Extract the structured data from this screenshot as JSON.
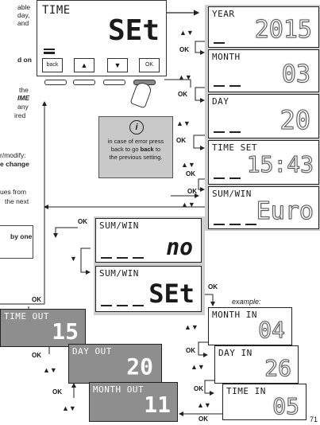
{
  "side_text": [
    "able",
    "day,",
    "and",
    "d on",
    "the",
    "IME",
    "any",
    "ired",
    "r/modify:",
    "e change",
    "ues from",
    "the next",
    "by one"
  ],
  "main_display": {
    "title": "TIME",
    "value": "SEt",
    "buttons": [
      "back",
      "▲",
      "▼",
      "OK"
    ]
  },
  "right_screens": [
    {
      "label": "YEAR",
      "value": "2015"
    },
    {
      "label": "MONTH",
      "value": "03"
    },
    {
      "label": "DAY",
      "value": "20"
    },
    {
      "label": "TIME SET",
      "value": "15:43"
    },
    {
      "label": "SUM/WIN",
      "value": "Euro"
    }
  ],
  "info_box": {
    "icon": "i",
    "text_1": "in case of error press",
    "text_2": "back to go",
    "text_bold": "back",
    "text_3": "to",
    "text_4": "the previous setting."
  },
  "sumwin_screens": [
    {
      "label": "SUM/WIN",
      "value": "no"
    },
    {
      "label": "SUM/WIN",
      "value": "SEt"
    }
  ],
  "example_label": "example:",
  "out_screens": [
    {
      "label": "TIME OUT",
      "value": "15"
    },
    {
      "label": "DAY OUT",
      "value": "20"
    },
    {
      "label": "MONTH OUT",
      "value": "11"
    }
  ],
  "in_screens": [
    {
      "label": "MONTH IN",
      "value": "04"
    },
    {
      "label": "DAY IN",
      "value": "26"
    },
    {
      "label": "TIME IN",
      "value": "05"
    }
  ],
  "ok_label": "OK",
  "page_number": "71"
}
